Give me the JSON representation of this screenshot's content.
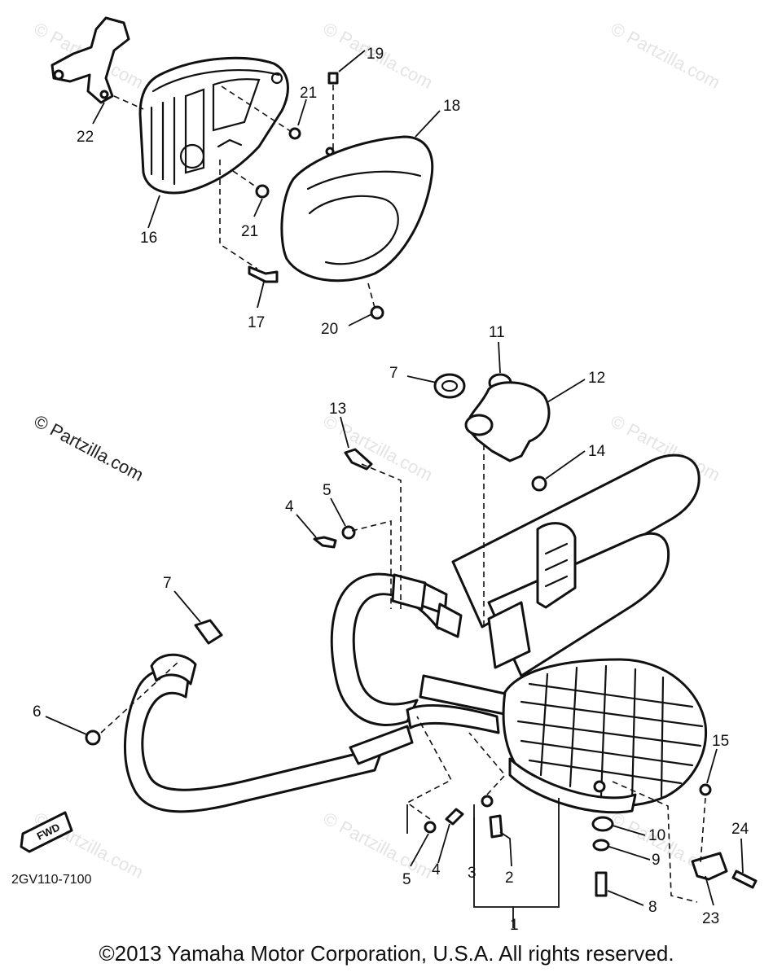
{
  "watermark": {
    "text": "© Partzilla.com"
  },
  "diagram_code": "2GV110-7100",
  "fwd_label": "FWD",
  "copyright": "©2013 Yamaha Motor Corporation, U.S.A. All rights reserved.",
  "callouts": {
    "c1": "1",
    "c2": "2",
    "c3": "3",
    "c4a": "4",
    "c4b": "4",
    "c5a": "5",
    "c5b": "5",
    "c6": "6",
    "c7a": "7",
    "c7b": "7",
    "c8": "8",
    "c9": "9",
    "c10": "10",
    "c11": "11",
    "c12": "12",
    "c13": "13",
    "c14": "14",
    "c15": "15",
    "c16": "16",
    "c17": "17",
    "c18": "18",
    "c19": "19",
    "c20": "20",
    "c21a": "21",
    "c21b": "21",
    "c22": "22",
    "c23": "23",
    "c24": "24"
  }
}
